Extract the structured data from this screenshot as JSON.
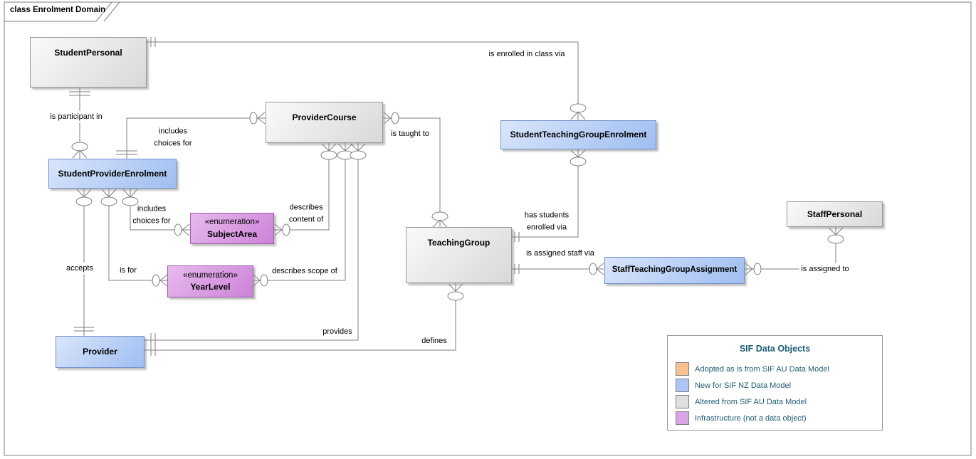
{
  "frame": {
    "title": "class Enrolment Domain"
  },
  "nodes": {
    "student_personal": {
      "label": "StudentPersonal",
      "type": "altered-from-sif-au"
    },
    "provider_course": {
      "label": "ProviderCourse",
      "type": "altered-from-sif-au"
    },
    "student_teaching_group_enrolment": {
      "label": "StudentTeachingGroupEnrolment",
      "type": "new-for-sif-nz"
    },
    "student_provider_enrolment": {
      "label": "StudentProviderEnrolment",
      "type": "new-for-sif-nz"
    },
    "subject_area": {
      "stereotype": "«enumeration»",
      "label": "SubjectArea",
      "type": "infrastructure"
    },
    "year_level": {
      "stereotype": "«enumeration»",
      "label": "YearLevel",
      "type": "infrastructure"
    },
    "teaching_group": {
      "label": "TeachingGroup",
      "type": "altered-from-sif-au"
    },
    "staff_personal": {
      "label": "StaffPersonal",
      "type": "altered-from-sif-au"
    },
    "staff_teaching_group_assignment": {
      "label": "StaffTeachingGroupAssignment",
      "type": "new-for-sif-nz"
    },
    "provider": {
      "label": "Provider",
      "type": "new-for-sif-nz"
    }
  },
  "edge_labels": {
    "is_enrolled_in_class_via": "is enrolled in class via",
    "is_participant_in": "is participant in",
    "includes_choices_for_upper": "includes\nchoices for",
    "includes_choices_for_lower": "includes\nchoices for",
    "is_taught_to": "is taught to",
    "describes_content_of": "describes\ncontent of",
    "describes_scope_of": "describes scope of",
    "has_students_enrolled_via": "has students\nenrolled via",
    "is_assigned_staff_via": "is assigned staff via",
    "is_assigned_to": "is assigned to",
    "accepts": "accepts",
    "is_for": "is for",
    "provides": "provides",
    "defines": "defines"
  },
  "legend": {
    "title": "SIF Data Objects",
    "items": [
      {
        "label": "Adopted as is from SIF AU Data Model",
        "color": "#f9c190"
      },
      {
        "label": "New for SIF NZ Data Model",
        "color": "#aec6f5"
      },
      {
        "label": "Altered from SIF AU Data Model",
        "color": "#e0e0e0"
      },
      {
        "label": "Infrastructure (not a data object)",
        "color": "#d9a3e8"
      }
    ]
  },
  "colors": {
    "line": "#7f7f7f",
    "legend_text": "#1f5c73",
    "node_blue": "#a9c4f2",
    "node_gray": "#e3e3e3",
    "node_purple": "#d79ade"
  }
}
